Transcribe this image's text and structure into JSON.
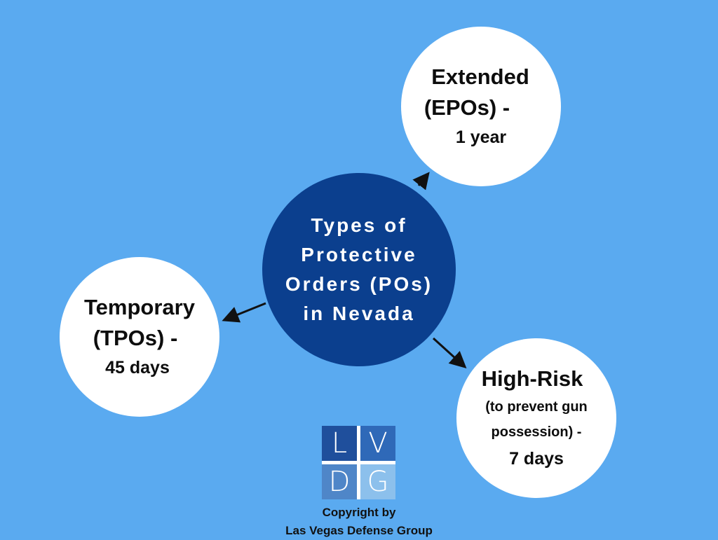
{
  "center": {
    "lines": [
      "Types of",
      "Protective",
      "Orders (POs)",
      "in Nevada"
    ]
  },
  "extended": {
    "title": "Extended",
    "abbr": "(EPOs) -",
    "duration": "1 year"
  },
  "temporary": {
    "title": "Temporary",
    "abbr": "(TPOs) -",
    "duration": "45 days"
  },
  "high_risk": {
    "title": "High-Risk",
    "note_line1": "(to prevent gun",
    "note_line2": "possession) -",
    "duration": "7 days"
  },
  "logo": {
    "letters": [
      "L",
      "V",
      "D",
      "G"
    ]
  },
  "copyright": {
    "line1": "Copyright by",
    "line2": "Las Vegas Defense Group"
  },
  "colors": {
    "background": "#5aaaf0",
    "center_circle": "#0b3f8e",
    "outer_circle": "#ffffff",
    "arrow": "#111111"
  }
}
